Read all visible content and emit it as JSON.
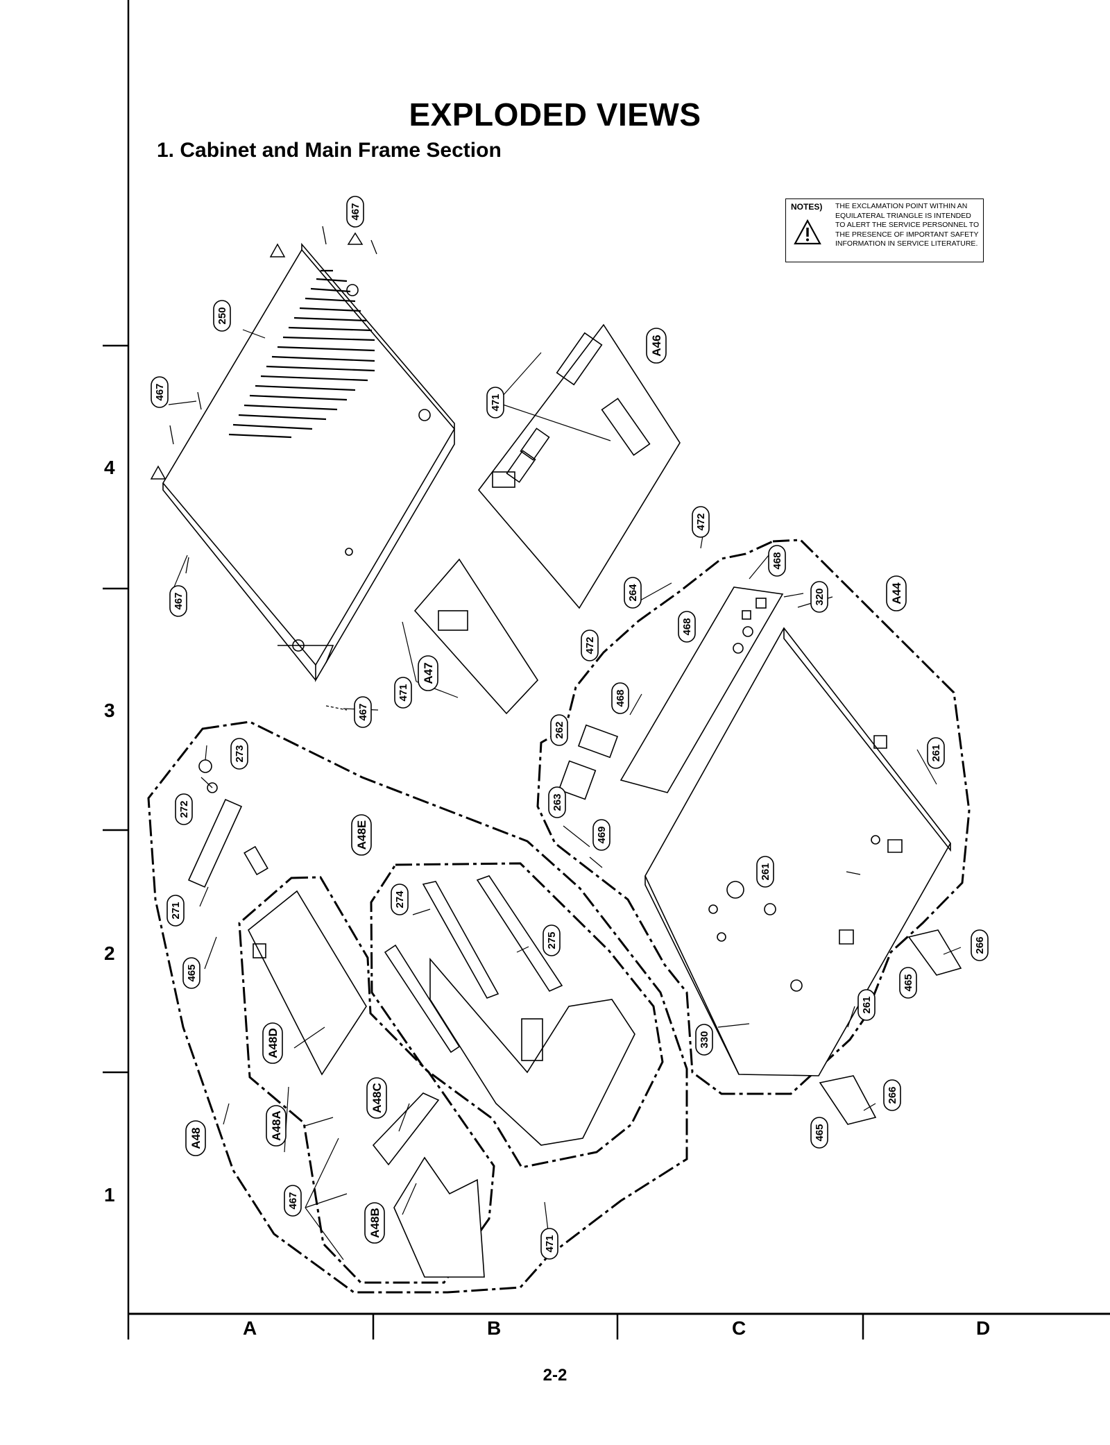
{
  "title": "EXPLODED VIEWS",
  "subtitle": "1. Cabinet and Main Frame Section",
  "notes": {
    "label": "NOTES)",
    "text": "THE EXCLAMATION POINT WITHIN AN EQUILATERAL TRIANGLE IS INTENDED TO ALERT THE SERVICE PERSONNEL TO THE PRESENCE OF IMPORTANT SAFETY INFORMATION IN SERVICE LITERATURE."
  },
  "grid": {
    "rows": [
      "4",
      "3",
      "2",
      "1"
    ],
    "columns": [
      "A",
      "B",
      "C",
      "D"
    ]
  },
  "page_number": "2-2",
  "callouts": {
    "c467a": "467",
    "c250": "250",
    "c467b": "467",
    "c467c": "467",
    "c467d": "467",
    "c471a": "471",
    "cA46": "A46",
    "cA47": "A47",
    "c471b": "471",
    "c472a": "472",
    "c468a": "468",
    "c264": "264",
    "c468b": "468",
    "c320": "320",
    "cA44": "A44",
    "c472b": "472",
    "c468c": "468",
    "c262": "262",
    "c263": "263",
    "c469": "469",
    "c261a": "261",
    "c261b": "261",
    "c261c": "261",
    "c330": "330",
    "c266a": "266",
    "c465a": "465",
    "c266b": "266",
    "c465b": "465",
    "c273": "273",
    "c272": "272",
    "c271": "271",
    "c465c": "465",
    "cA48E": "A48E",
    "c274": "274",
    "c275": "275",
    "cA48D": "A48D",
    "cA48C": "A48C",
    "cA48A": "A48A",
    "cA48": "A48",
    "c467e": "467",
    "cA48B": "A48B",
    "c471c": "471"
  }
}
